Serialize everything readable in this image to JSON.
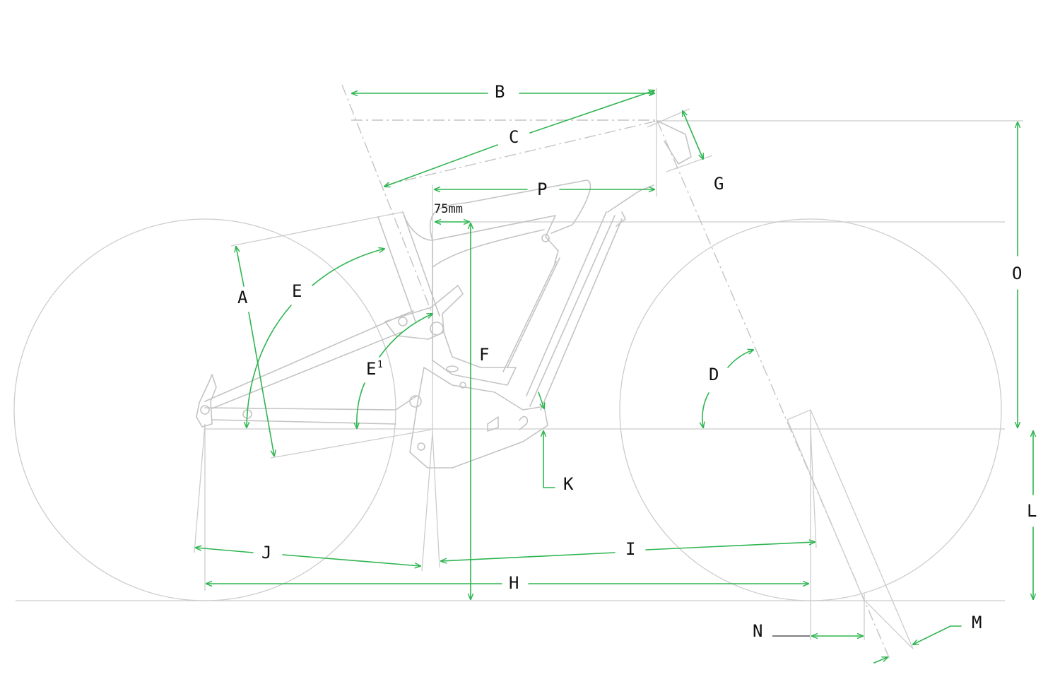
{
  "labels": {
    "A": "A",
    "B": "B",
    "C": "C",
    "D": "D",
    "E": "E",
    "E1": "E",
    "E1_sup": "1",
    "F": "F",
    "G": "G",
    "H": "H",
    "I": "I",
    "J": "J",
    "K": "K",
    "L": "L",
    "M": "M",
    "N": "N",
    "O": "O",
    "P": "P",
    "offset": "75mm"
  },
  "colors": {
    "dimension": "#2fb551",
    "frame": "#c4c4c4",
    "text": "#111111"
  }
}
